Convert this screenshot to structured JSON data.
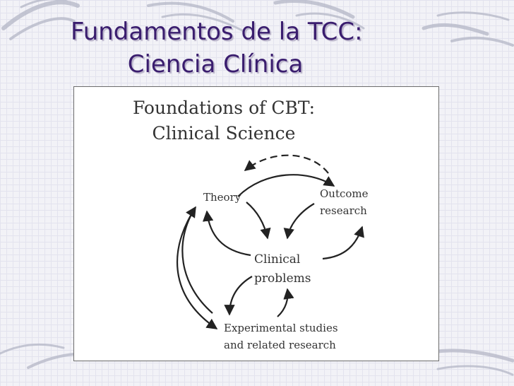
{
  "slide": {
    "title_line1": "Fundamentos de la TCC:",
    "title_line2": "Ciencia Clínica",
    "accent_color": "#3a1d6e"
  },
  "diagram": {
    "heading_line1": "Foundations of CBT:",
    "heading_line2": "Clinical Science",
    "nodes": {
      "theory": "Theory",
      "outcome_line1": "Outcome",
      "outcome_line2": "research",
      "clinical_line1": "Clinical",
      "clinical_line2": "problems",
      "experimental_line1": "Experimental studies",
      "experimental_line2": "and related research"
    },
    "edges": [
      {
        "from": "theory",
        "to": "outcome",
        "style": "solid"
      },
      {
        "from": "outcome",
        "to": "theory",
        "style": "dashed"
      },
      {
        "from": "theory",
        "to": "clinical",
        "style": "solid"
      },
      {
        "from": "clinical",
        "to": "theory",
        "style": "solid"
      },
      {
        "from": "outcome",
        "to": "clinical",
        "style": "solid"
      },
      {
        "from": "clinical",
        "to": "outcome",
        "style": "solid"
      },
      {
        "from": "clinical",
        "to": "experimental",
        "style": "solid"
      },
      {
        "from": "experimental",
        "to": "clinical",
        "style": "solid"
      },
      {
        "from": "theory",
        "to": "experimental",
        "style": "solid"
      },
      {
        "from": "experimental",
        "to": "theory",
        "style": "solid"
      }
    ]
  }
}
